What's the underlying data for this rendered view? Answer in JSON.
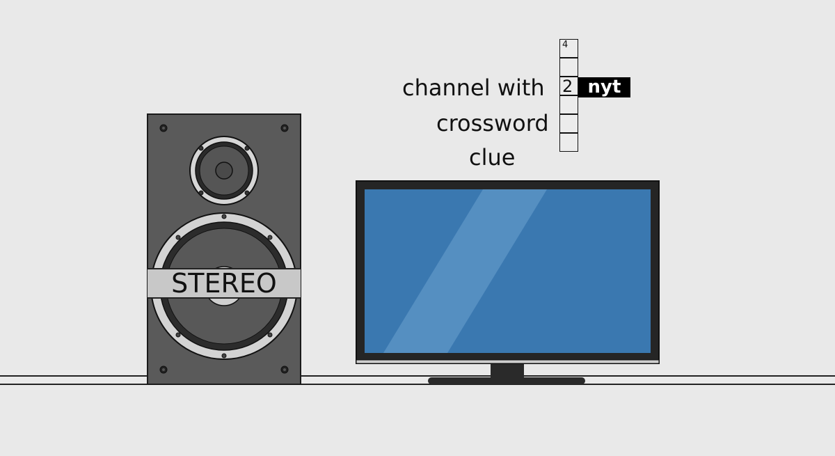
{
  "scene": {
    "background": "#e9e9e9",
    "shelf_lines_y": [
      540,
      552
    ]
  },
  "crossword": {
    "clue_lines": [
      "channel with",
      "crossword",
      "clue"
    ],
    "cells": [
      {
        "number": "4",
        "filled": ""
      },
      {
        "number": "",
        "filled": ""
      },
      {
        "number": "2",
        "filled": ""
      },
      {
        "number": "",
        "filled": ""
      },
      {
        "number": "",
        "filled": ""
      },
      {
        "number": "",
        "filled": ""
      }
    ],
    "answer": "nyt",
    "answer_bg": "#000000",
    "answer_fg": "#ffffff"
  },
  "speaker": {
    "label": "STEREO",
    "cabinet_color": "#595959",
    "ring_color": "#d0d0d0"
  },
  "tv": {
    "screen_color": "#3a78b0",
    "glare_color": "#5b93c4",
    "bezel_color": "#222222"
  }
}
